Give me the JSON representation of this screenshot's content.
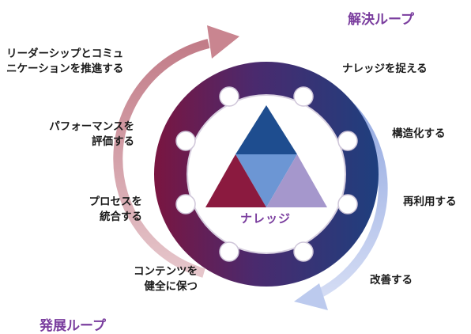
{
  "center_label": "ナレッジ",
  "loops": {
    "solve": "解決ループ",
    "develop": "発展ループ"
  },
  "left_steps": [
    {
      "lines": [
        "リーダーシップとコミュ",
        "ニケーションを推進する"
      ]
    },
    {
      "lines": [
        "パフォーマンスを",
        "評価する"
      ]
    },
    {
      "lines": [
        "プロセスを",
        "統合する"
      ]
    },
    {
      "lines": [
        "コンテンツを",
        "健全に保つ"
      ]
    }
  ],
  "right_steps": [
    {
      "text": "ナレッジを捉える"
    },
    {
      "text": "構造化する"
    },
    {
      "text": "再利用する"
    },
    {
      "text": "改善する"
    }
  ],
  "colors": {
    "loop_title": "#7a3d9e",
    "ring_left": "#7a1540",
    "ring_right": "#1e3f7e",
    "arrow_left": "#c98590",
    "arrow_right": "#aebde8",
    "tri_top": "#1e4d8f",
    "tri_center": "#6c96d4",
    "tri_left": "#8b1a3f",
    "tri_right": "#a597cc",
    "center_label": "#7a3d9e"
  }
}
